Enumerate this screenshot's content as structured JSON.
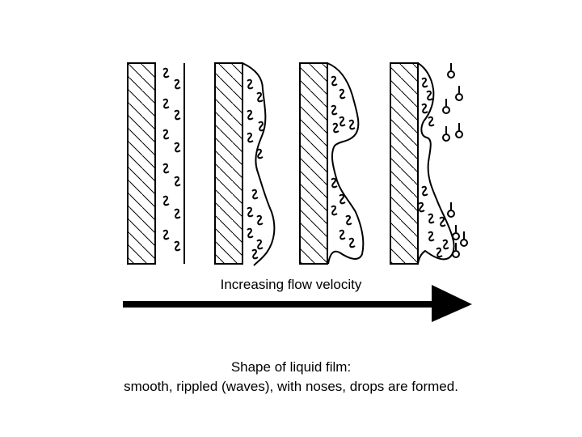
{
  "flow_label": "Increasing flow velocity",
  "caption": {
    "line1": "Shape of liquid film:",
    "line2": "smooth, rippled (waves), with noses, drops are formed."
  },
  "regimes": [
    "smooth",
    "rippled",
    "noses",
    "drops"
  ],
  "colors": {
    "ink": "#000000",
    "background": "#ffffff"
  }
}
